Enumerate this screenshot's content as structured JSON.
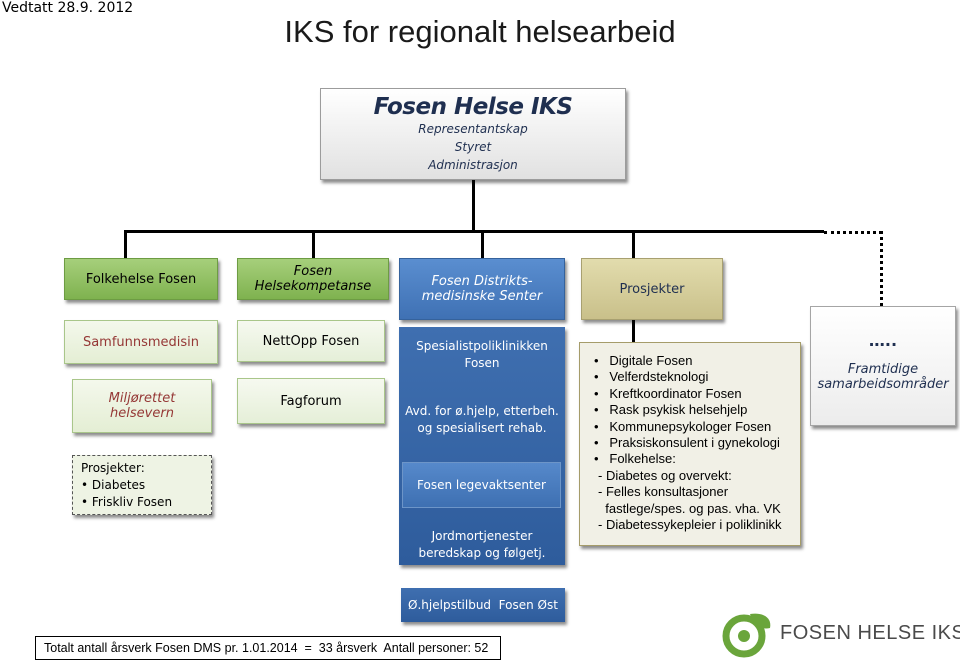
{
  "date_label": "Vedtatt 28.9. 2012",
  "title": "IKS for regionalt helsearbeid",
  "top": {
    "name": "Fosen Helse IKS",
    "lines": [
      "Representantskap",
      "Styret",
      "Administrasjon"
    ]
  },
  "columns": {
    "folkehelse": "Folkehelse Fosen",
    "helsekompetanse": [
      "Fosen",
      "Helsekompetanse"
    ],
    "dms": [
      "Fosen Distrikts-",
      "medisinske Senter"
    ],
    "prosjekter": "Prosjekter"
  },
  "col1": {
    "samfunnsmedisin": "Samfunnsmedisin",
    "miljo": [
      "Miljørettet",
      "helsevern"
    ],
    "prosjekter_label": "Prosjekter:",
    "prosjekter_items": [
      "Diabetes",
      "Friskliv Fosen"
    ]
  },
  "col2": {
    "nettopp": "NettOpp Fosen",
    "fagforum": "Fagforum"
  },
  "col3": {
    "spes": [
      "Spesialistpoliklinikken",
      "Fosen"
    ],
    "avd": [
      "Avd. for ø.hjelp, etterbeh.",
      "og spesialisert rehab."
    ],
    "legevakt": "Fosen legevaktsenter",
    "jordmor": [
      "Jordmortjenester",
      "beredskap og følgetj."
    ],
    "ohjelp": "Ø.hjelpstilbud  Fosen Øst"
  },
  "col4": {
    "bullets": [
      "Digitale Fosen",
      "Velferdsteknologi",
      "Kreftkoordinator Fosen",
      "Rask psykisk helsehjelp",
      "Kommunepsykologer Fosen",
      "Praksiskonsulent i gynekologi",
      "Folkehelse:"
    ],
    "sub": [
      "- Diabetes og overvekt:",
      "- Felles konsultasjoner",
      "  fastlege/spes. og pas. vha. VK",
      "- Diabetessykepleier i poliklinikk"
    ]
  },
  "col5": {
    "dots": "…..",
    "label": [
      "Framtidige",
      "samarbeidsområder"
    ]
  },
  "footer": "Totalt antall årsverk Fosen DMS pr. 1.01.2014  =  33 årsverk  Antall personer: 52",
  "logo": {
    "text": "FOSEN HELSE IKS",
    "color": "#6aa53b"
  }
}
